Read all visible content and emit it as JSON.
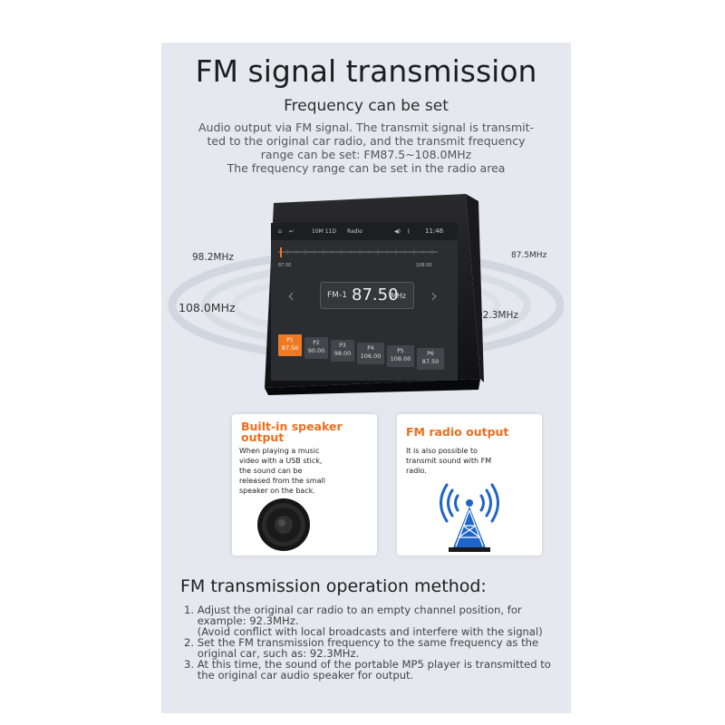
{
  "header": {
    "title": "FM signal transmission",
    "subtitle": "Frequency can be set",
    "description": [
      "Audio output via FM signal. The transmit signal is transmit-",
      "ted to the original car radio, and the transmit frequency",
      "range can be set: FM87.5~108.0MHz",
      "The frequency range can be set in the radio area"
    ]
  },
  "frequency_labels": {
    "left_top": "98.2MHz",
    "left_bottom": "108.0MHz",
    "right_top": "87.5MHz",
    "right_bottom": "92.3MHz"
  },
  "radio_screen": {
    "status_date": "10M 11D",
    "app_name": "Radio",
    "time": "11:46",
    "scale_min": "87.50",
    "scale_max": "108.00",
    "band": "FM-1",
    "frequency": "87.50",
    "unit": "MHz",
    "presets": [
      {
        "name": "P1",
        "value": "87.50",
        "active": true
      },
      {
        "name": "P2",
        "value": "90.00",
        "active": false
      },
      {
        "name": "P3",
        "value": "98.00",
        "active": false
      },
      {
        "name": "P4",
        "value": "106.00",
        "active": false
      },
      {
        "name": "P5",
        "value": "108.00",
        "active": false
      },
      {
        "name": "P6",
        "value": "87.50",
        "active": false
      }
    ]
  },
  "cards": {
    "speaker": {
      "title": [
        "Built-in speaker",
        "output"
      ],
      "text": [
        "When playing a music",
        "video with a USB stick,",
        "the sound can be",
        "released from the small",
        "speaker on the back."
      ],
      "icon": "speaker-icon"
    },
    "fm": {
      "title": "FM radio output",
      "text": [
        "It is also possible to",
        "transmit sound with FM",
        "radio."
      ],
      "icon": "radio-tower-icon"
    }
  },
  "method": {
    "title": "FM transmission operation method:",
    "steps": [
      "1. Adjust the original car radio to an empty channel position, for",
      "    example: 92.3MHz.",
      "    (Avoid conflict with local broadcasts and interfere with the signal)",
      "2. Set the FM transmission frequency to the same frequency as the",
      "    original car, such as: 92.3MHz.",
      "3. At this time, the sound of the portable MP5 player is transmitted to",
      "    the original car audio speaker for output."
    ]
  },
  "colors": {
    "panel_bg": "#e5e8ee",
    "accent_orange": "#ef6c1a",
    "tower_blue": "#1f64c8"
  }
}
